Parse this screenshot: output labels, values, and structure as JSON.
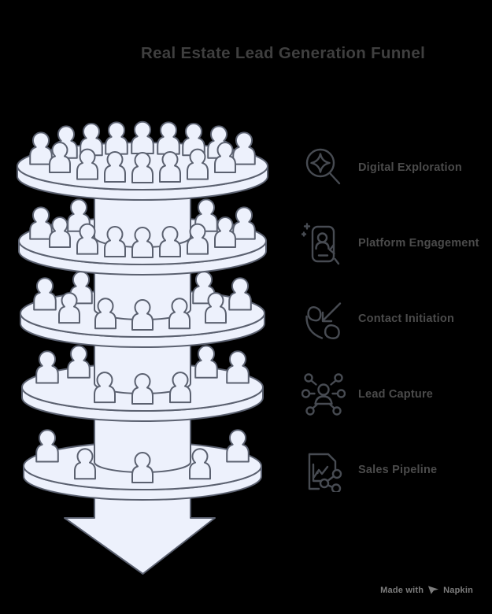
{
  "title": "Real Estate Lead Generation Funnel",
  "legend": {
    "items": [
      {
        "label": "Digital Exploration",
        "icon": "search-sparkle-icon"
      },
      {
        "label": "Platform Engagement",
        "icon": "mobile-engagement-icon"
      },
      {
        "label": "Contact Initiation",
        "icon": "incoming-call-icon"
      },
      {
        "label": "Lead Capture",
        "icon": "lead-network-icon"
      },
      {
        "label": "Sales Pipeline",
        "icon": "pipeline-document-icon"
      }
    ]
  },
  "funnel": {
    "levels": [
      {
        "stage": "Digital Exploration",
        "people_back": 9,
        "people_front": 7
      },
      {
        "stage": "Platform Engagement",
        "people_back": 4,
        "people_front": 7
      },
      {
        "stage": "Contact Initiation",
        "people_back": 4,
        "people_front": 5
      },
      {
        "stage": "Lead Capture",
        "people_back": 4,
        "people_front": 3
      },
      {
        "stage": "Sales Pipeline",
        "people_back": 2,
        "people_front": 3
      }
    ]
  },
  "footer": {
    "made_with": "Made with",
    "brand": "Napkin",
    "logo_icon": "napkin-pen-icon"
  },
  "colors": {
    "background": "#000000",
    "shape_fill": "#edf1fc",
    "shape_stroke": "#5b6170",
    "title_text": "#3f3f3f",
    "legend_text": "#4b4b4b",
    "legend_icon": "#474b52",
    "footer_text": "#7d7d7d"
  }
}
